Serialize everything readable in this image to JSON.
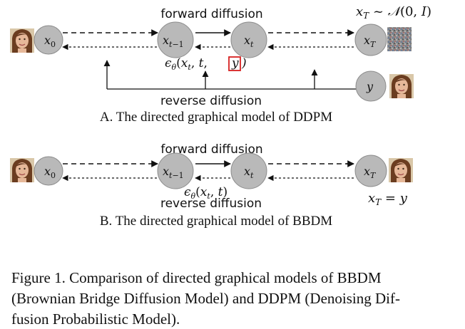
{
  "panel_a": {
    "title": "A. The directed graphical model of DDPM",
    "forward_label": "forward diffusion",
    "reverse_label": "reverse diffusion",
    "prior_label": "x_T ~ N(0, I)",
    "epsilon_label": "ε_θ(x_t, t, y)",
    "epsilon_highlight": "y",
    "nodes": [
      "x_0",
      "x_{t-1}",
      "x_t",
      "x_T",
      "y"
    ]
  },
  "panel_b": {
    "title": "B. The directed graphical model of BBDM",
    "forward_label": "forward diffusion",
    "reverse_label": "reverse diffusion",
    "epsilon_label": "ε_θ(x_t, t)",
    "endpoint_label": "x_T = y",
    "nodes": [
      "x_0",
      "x_{t-1}",
      "x_t",
      "x_T"
    ]
  },
  "caption": {
    "lines": [
      "Figure 1.  Comparison of directed graphical models of BBDM",
      "(Brownian Bridge Diffusion Model) and DDPM (Denoising Dif-",
      "fusion Probabilistic Model)."
    ]
  },
  "colors": {
    "node_fill": "#b9b9b9",
    "highlight_box": "#d62020",
    "hair": "#6b3d20",
    "skin": "#e6b899",
    "noise": "#8a8a8a"
  }
}
